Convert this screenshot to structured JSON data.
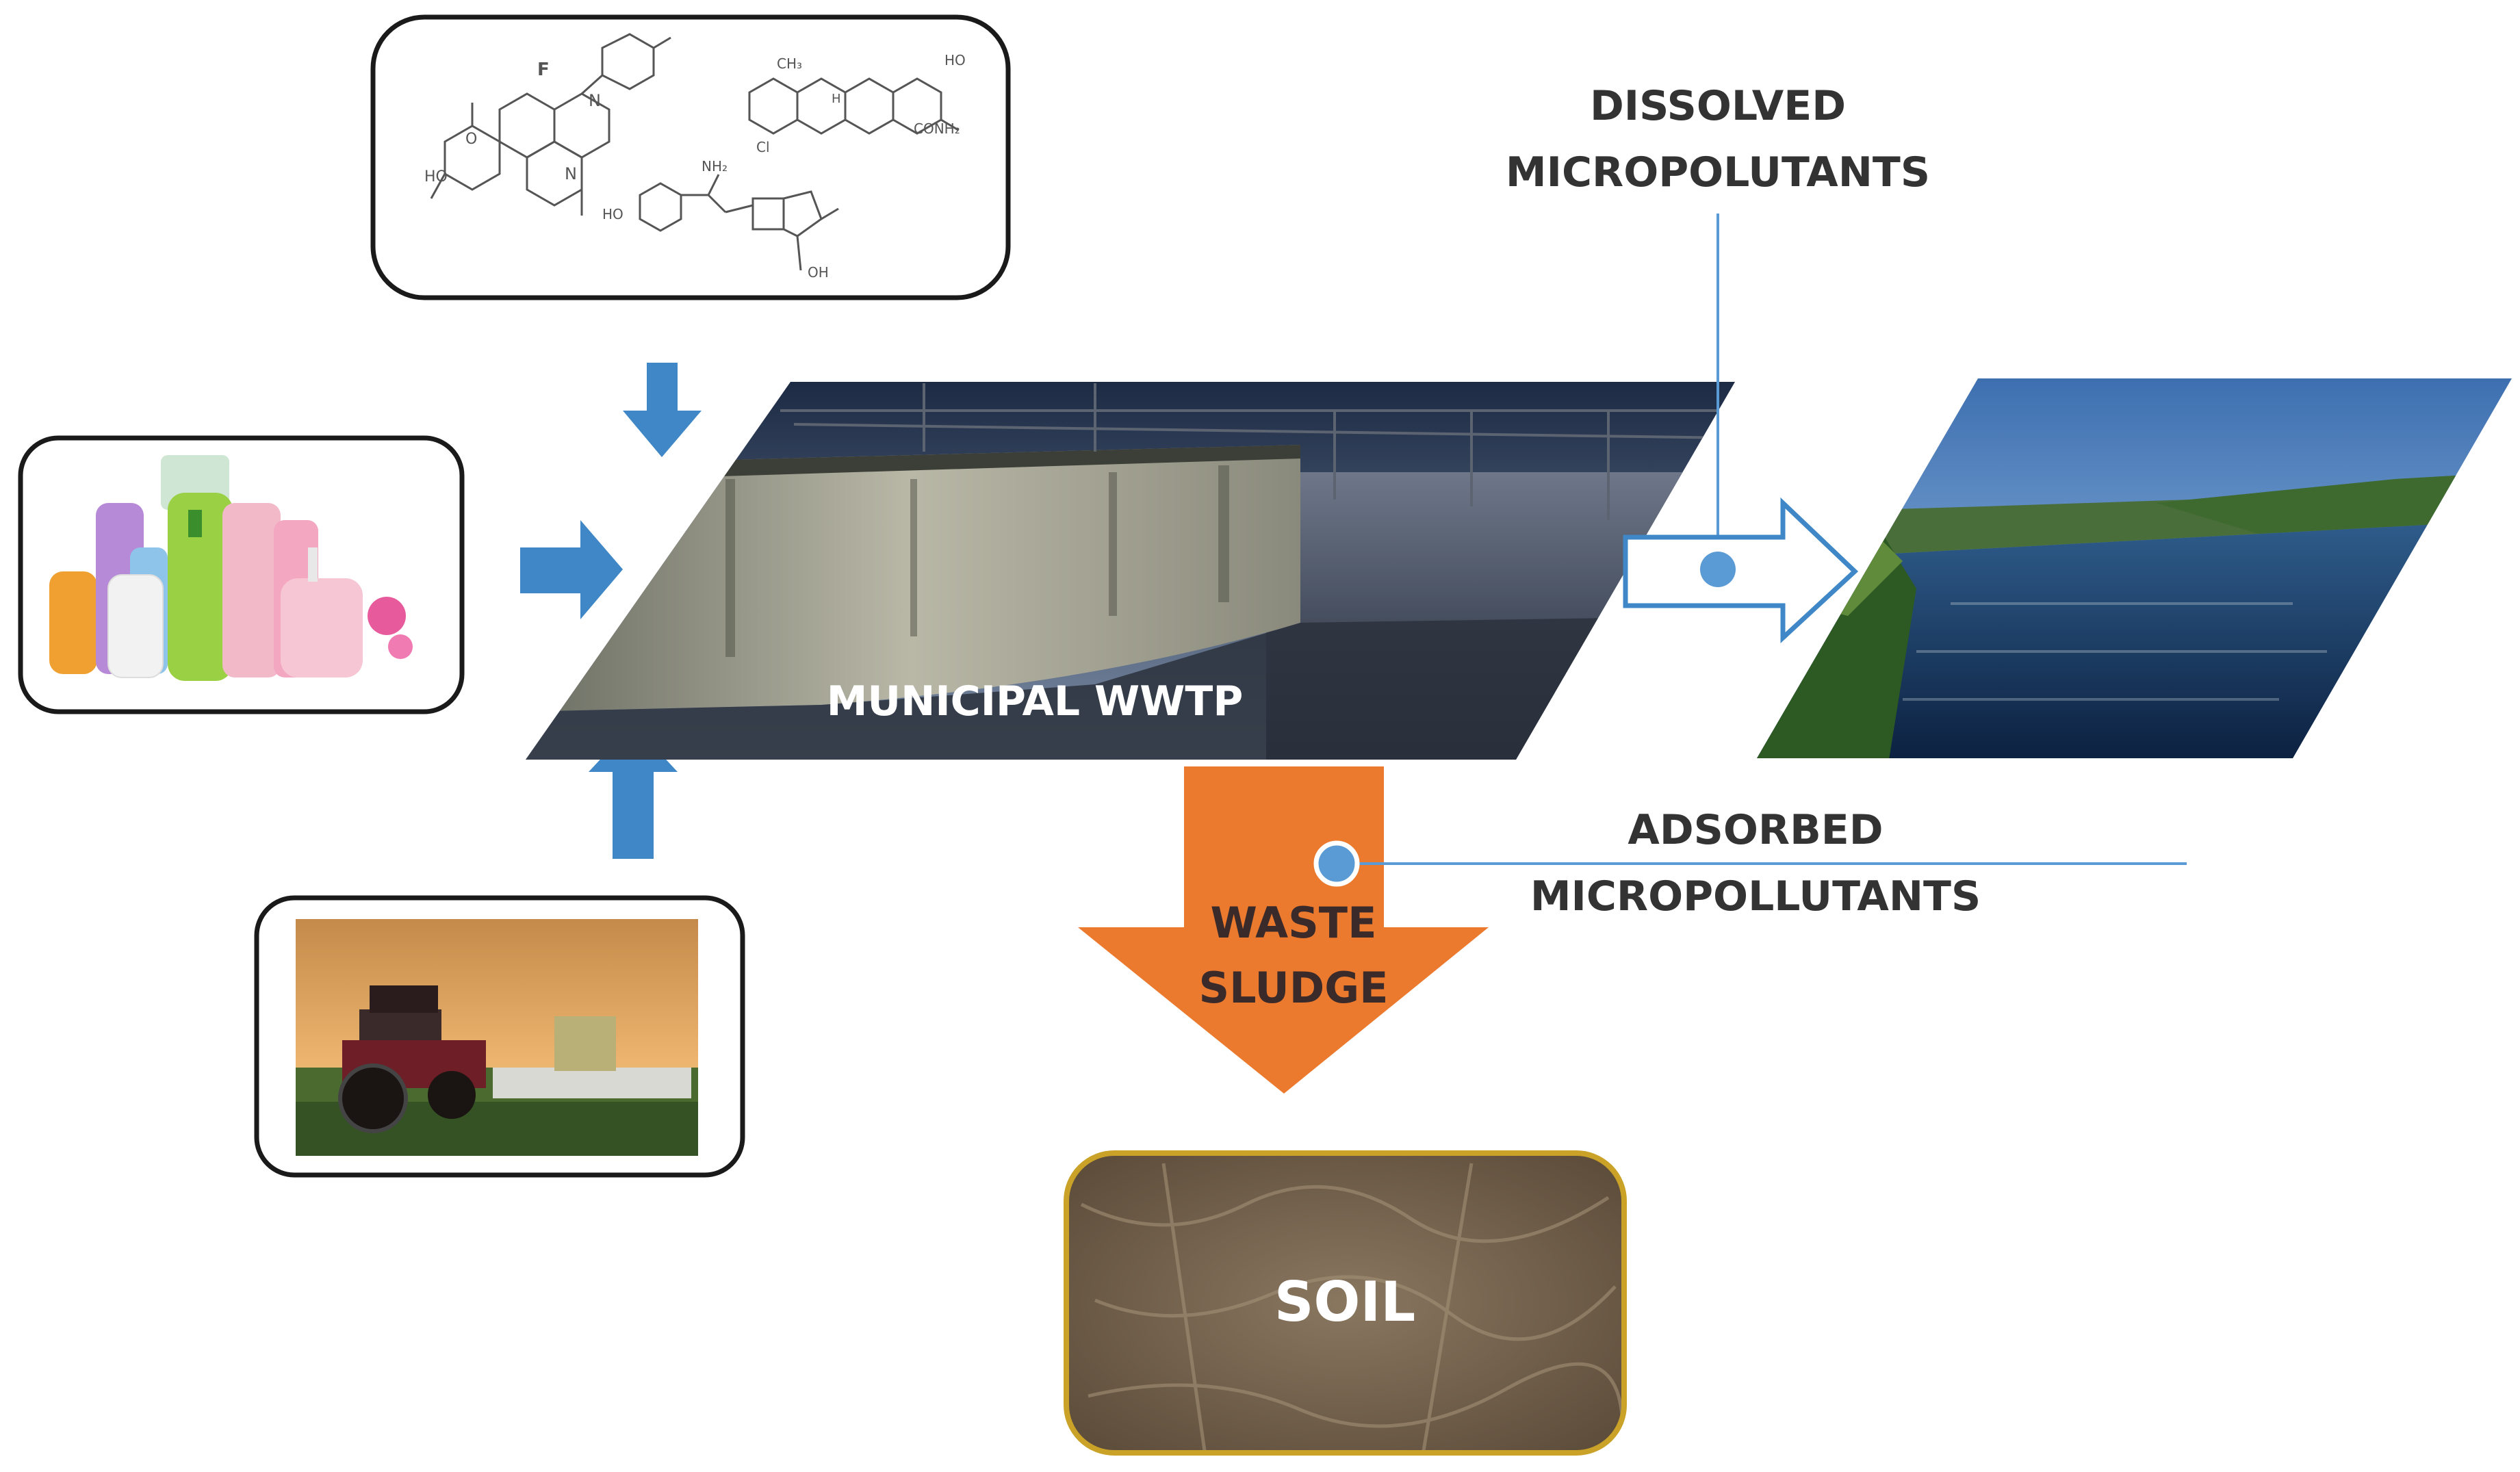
{
  "labels": {
    "plant": "MUNICIPAL WWTP",
    "dissolved_line1": "DISSOLVED",
    "dissolved_line2": "MICROPOLUTANTS",
    "adsorbed_line1": "ADSORBED",
    "adsorbed_line2": "MICROPOLLUTANTS",
    "sludge_line1": "WASTE",
    "sludge_line2": "SLUDGE",
    "soil": "SOIL"
  },
  "chem": {
    "f": "F",
    "n": "N",
    "o": "O",
    "ho": "HO",
    "oh": "OH",
    "nh2": "NH₂",
    "conh2": "CONH₂",
    "cl": "Cl",
    "ch3": "CH₃",
    "h": "H"
  },
  "colors": {
    "blue_arrow": "#3f87c6",
    "orange_arrow": "#ec7a2e",
    "line_blue": "#5b9bd5",
    "soil_border": "#c9a227",
    "text_dark": "#333333"
  }
}
